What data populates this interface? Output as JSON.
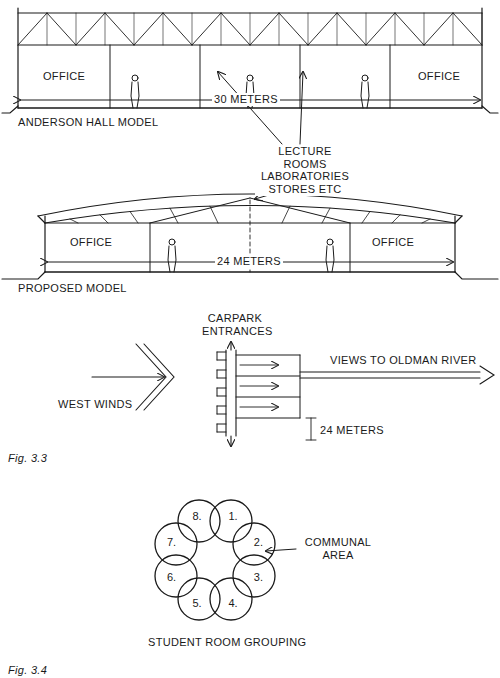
{
  "diagram": {
    "nodes": [
      {
        "text": [
          "1."
        ]
      },
      {
        "text": [
          "2."
        ]
      },
      {
        "text": [
          "3."
        ]
      },
      {
        "text": [
          "4."
        ]
      },
      {
        "text": [
          "5."
        ]
      },
      {
        "text": [
          "6."
        ]
      },
      {
        "text": [
          "7."
        ]
      },
      {
        "text": [
          "8."
        ]
      }
    ],
    "labels": [
      "OFFICE",
      "OFFICE",
      "30 METERS",
      "ANDERSON HALL MODEL",
      "LECTURE ROOMS LABORATORIES STORES ETC",
      "OFFICE",
      "OFFICE",
      "24 METERS",
      "PROPOSED MODEL",
      "CARPARK ENTRANCES",
      "VIEWS TO OLDMAN RIVER",
      "WEST WINDS",
      "24 METERS",
      "Fig. 3.3",
      "COMMUNAL AREA",
      "STUDENT ROOM GROUPING",
      "Fig. 3.4"
    ]
  }
}
